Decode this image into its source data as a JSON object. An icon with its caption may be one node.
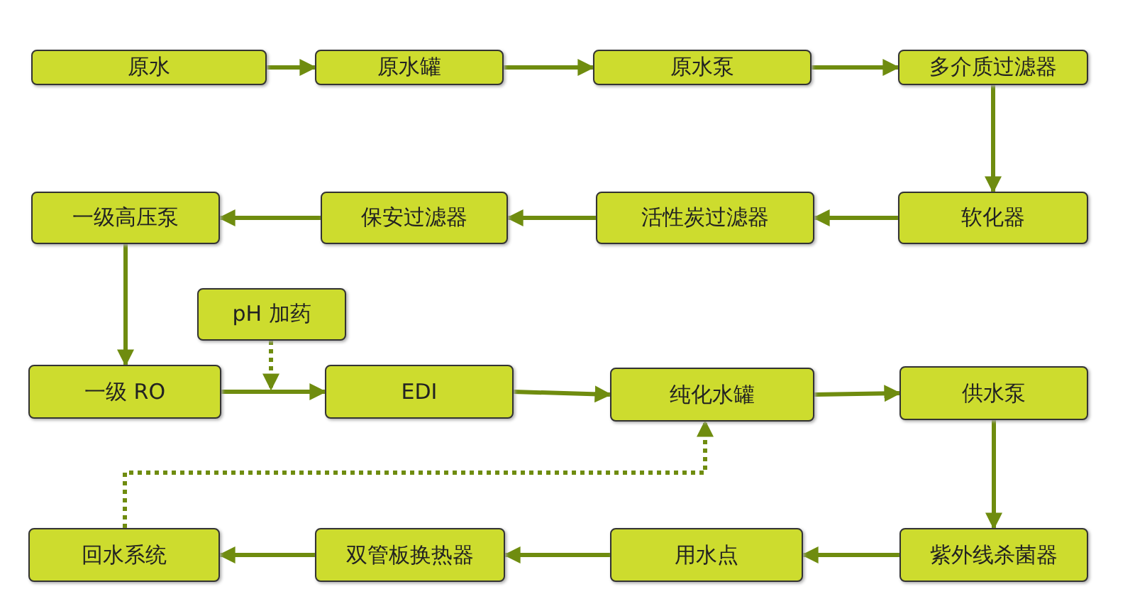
{
  "diagram": {
    "nodes": [
      {
        "text": [
          "原水"
        ]
      },
      {
        "text": [
          "原水罐"
        ]
      },
      {
        "text": [
          "原水泵"
        ]
      },
      {
        "text": [
          "多介质过滤器"
        ]
      },
      {
        "text": [
          "软化器"
        ]
      },
      {
        "text": [
          "活性炭过滤器"
        ]
      },
      {
        "text": [
          "保安过滤器"
        ]
      },
      {
        "text": [
          "一级高压泵"
        ]
      },
      {
        "text": [
          "pH 加药"
        ]
      },
      {
        "text": [
          "一级 RO"
        ]
      },
      {
        "text": [
          "EDI"
        ]
      },
      {
        "text": [
          "纯化水罐"
        ]
      },
      {
        "text": [
          "供水泵"
        ]
      },
      {
        "text": [
          "紫外线杀菌器"
        ]
      },
      {
        "text": [
          "用水点"
        ]
      },
      {
        "text": [
          "双管板换热器"
        ]
      },
      {
        "text": [
          "回水系统"
        ]
      }
    ],
    "edges": [
      {
        "from": 0,
        "to": 1,
        "arrow": "to"
      },
      {
        "from": 1,
        "to": 2,
        "arrow": "to"
      },
      {
        "from": 2,
        "to": 3,
        "arrow": "to"
      },
      {
        "from": 3,
        "to": 4,
        "arrow": "to"
      },
      {
        "from": 4,
        "to": 5,
        "arrow": "to"
      },
      {
        "from": 5,
        "to": 6,
        "arrow": "to"
      },
      {
        "from": 6,
        "to": 7,
        "arrow": "to"
      },
      {
        "from": 7,
        "to": 9,
        "arrow": "to"
      },
      {
        "from": 8,
        "to": null,
        "arrow": "to",
        "style": "dashed"
      },
      {
        "from": 9,
        "to": 10,
        "arrow": "to"
      },
      {
        "from": 10,
        "to": 11,
        "arrow": "to"
      },
      {
        "from": 11,
        "to": 12,
        "arrow": "to"
      },
      {
        "from": 12,
        "to": 13,
        "arrow": "to"
      },
      {
        "from": 13,
        "to": 14,
        "arrow": "to"
      },
      {
        "from": 14,
        "to": 15,
        "arrow": "to"
      },
      {
        "from": 15,
        "to": 16,
        "arrow": "to"
      },
      {
        "from": 16,
        "to": 11,
        "arrow": "to",
        "style": "dashed"
      }
    ]
  }
}
